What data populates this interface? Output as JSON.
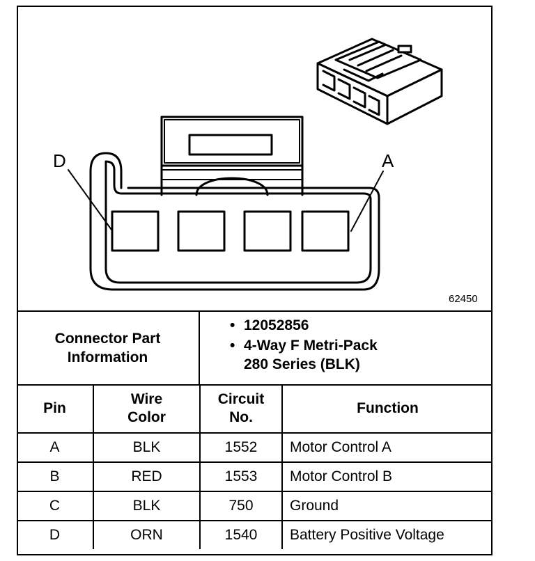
{
  "diagram": {
    "label_left": "D",
    "label_right": "A",
    "figure_number": "62450"
  },
  "connector_info": {
    "label": "Connector Part\nInformation",
    "items": [
      "12052856",
      "4-Way F Metri-Pack\n280 Series (BLK)"
    ]
  },
  "table": {
    "headers": [
      "Pin",
      "Wire\nColor",
      "Circuit\nNo.",
      "Function"
    ],
    "rows": [
      {
        "pin": "A",
        "color": "BLK",
        "circuit": "1552",
        "function": "Motor Control A"
      },
      {
        "pin": "B",
        "color": "RED",
        "circuit": "1553",
        "function": "Motor Control B"
      },
      {
        "pin": "C",
        "color": "BLK",
        "circuit": "750",
        "function": "Ground"
      },
      {
        "pin": "D",
        "color": "ORN",
        "circuit": "1540",
        "function": "Battery Positive Voltage"
      }
    ]
  }
}
